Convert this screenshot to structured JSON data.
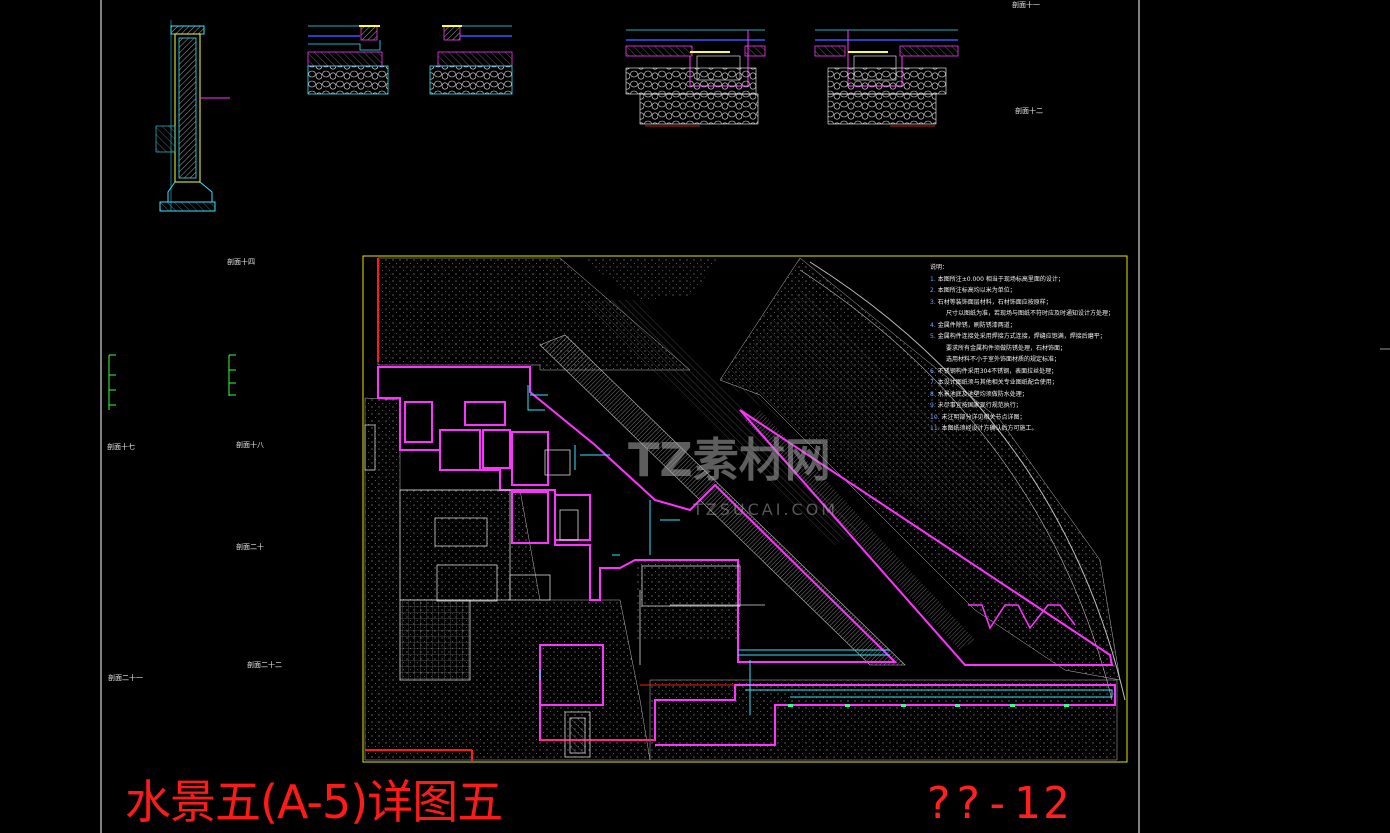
{
  "drawing": {
    "title": "水景五(A-5)详图五",
    "sheet_number": "??-12",
    "watermark_cn": "TZ素材网",
    "watermark_en": "TZSUCAI.COM"
  },
  "detail_labels": {
    "d11": "剖面十一",
    "d12": "剖面十二",
    "d14": "剖面十四",
    "d17": "剖面十七",
    "d18": "剖面十八",
    "d20": "剖面二十",
    "d21": "剖面二十一",
    "d22": "剖面二十二"
  },
  "notes": {
    "heading": "说明：",
    "items": [
      {
        "num": "1.",
        "text": "本图所注±0.000    相当于现场标高里面的设计；"
      },
      {
        "num": "2.",
        "text": "本图所注标高均以米为单位；"
      },
      {
        "num": "3.",
        "text": "石材等装饰面层材料，石材饰面应按原样；"
      },
      {
        "num": "",
        "text": "尺寸以图纸为准，若现场与图纸不符时应及时通知设计方处理；"
      },
      {
        "num": "4.",
        "text": "金属件除锈，刷防锈漆两道；"
      },
      {
        "num": "5.",
        "text": "金属构件连接处采用焊接方式连接，焊缝应饱满，焊接后磨平；"
      },
      {
        "num": "",
        "text": "要求所有金属构件须做防锈处理，石材饰面；"
      },
      {
        "num": "",
        "text": "选用材料不小于室外饰面材质的规定标准；"
      },
      {
        "num": "6.",
        "text": "不锈钢构件采用304不锈钢，表面拉丝处理；"
      },
      {
        "num": "7.",
        "text": "本设计图纸须与其他相关专业图纸配合使用；"
      },
      {
        "num": "8.",
        "text": "水景池底及池壁均须做防水处理；"
      },
      {
        "num": "9.",
        "text": "未尽事宜按国家现行规范执行；"
      },
      {
        "num": "10.",
        "text": "未注明部分详见相关节点详图；"
      },
      {
        "num": "11.",
        "text": "本图纸须经设计方确认后方可施工。"
      }
    ]
  },
  "colors": {
    "background": "#000000",
    "frame": "#ffffff",
    "border_yellow": "#e6e600",
    "magenta": "#ff22ff",
    "cyan": "#22e5ff",
    "red": "#ff1a1a",
    "green": "#33ff33",
    "hatch": "#bfbfbf"
  }
}
